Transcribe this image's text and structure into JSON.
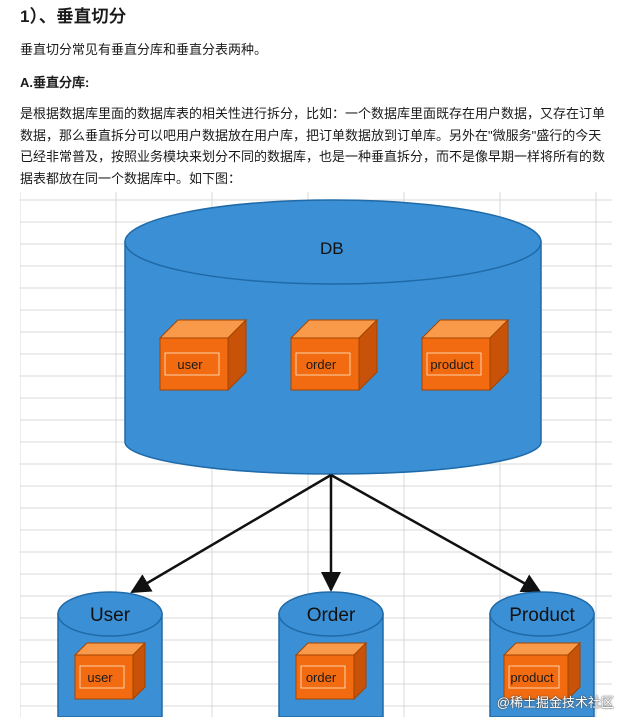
{
  "article": {
    "heading": "1）、垂直切分",
    "intro": "垂直切分常见有垂直分库和垂直分表两种。",
    "subheading": "A.垂直分库:",
    "body_lines": [
      "是根据数据库里面的数据库表的相关性进行拆分，比如：一个数据库里面既存在用户数据，又存在订单",
      "数据，那么垂直拆分可以吧用户数据放在用户库，把订单数据放到订单库。另外在\"微服务\"盛行的今天",
      "已经非常普及，按照业务模块来划分不同的数据库，也是一种垂直拆分，而不是像早期一样将所有的数",
      "据表都放在同一个数据库中。如下图："
    ]
  },
  "diagram": {
    "main_db": {
      "label": "DB",
      "tables": [
        "user",
        "order",
        "product"
      ]
    },
    "split_dbs": [
      {
        "label": "User",
        "table": "user"
      },
      {
        "label": "Order",
        "table": "order"
      },
      {
        "label": "Product",
        "table": "product"
      }
    ],
    "colors": {
      "db_fill": "#3b8fd4",
      "db_top": "#5aa6e2",
      "db_stroke": "#1f6aa8",
      "box_front": "#f26b10",
      "box_top": "#f89a4a",
      "box_side": "#c75208",
      "arrow": "#111111",
      "grid": "#d8d8d8"
    }
  },
  "watermark": "@稀土掘金技术社区"
}
